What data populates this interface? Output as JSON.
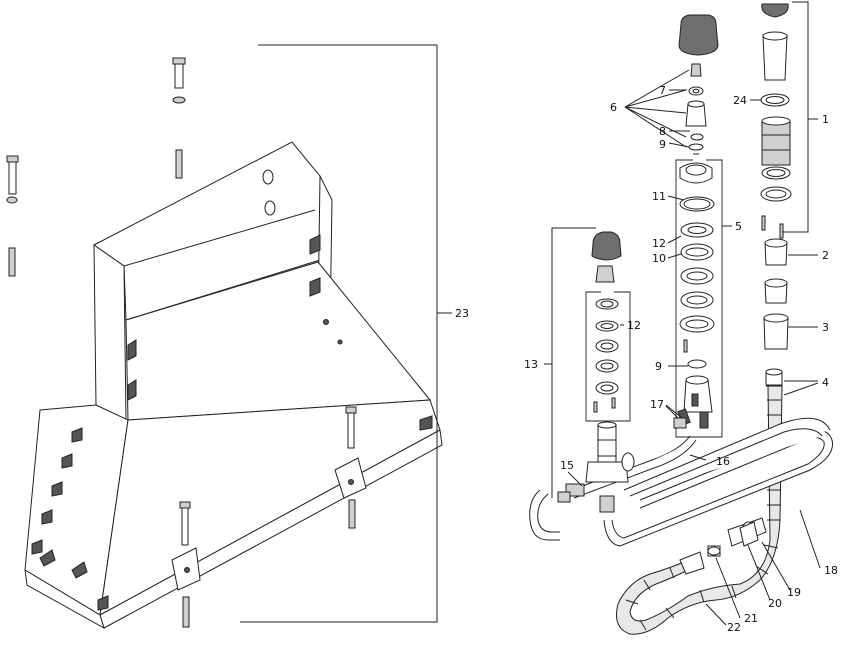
{
  "callouts": {
    "c1": "1",
    "c2": "2",
    "c3": "3",
    "c4": "4",
    "c5": "5",
    "c6": "6",
    "c7": "7",
    "c8": "8",
    "c9a": "9",
    "c9b": "9",
    "c10": "10",
    "c11": "11",
    "c12a": "12",
    "c12b": "12",
    "c13": "13",
    "c15": "15",
    "c16": "16",
    "c17": "17",
    "c18": "18",
    "c19": "19",
    "c20": "20",
    "c21": "21",
    "c22": "22",
    "c23": "23",
    "c24": "24"
  }
}
